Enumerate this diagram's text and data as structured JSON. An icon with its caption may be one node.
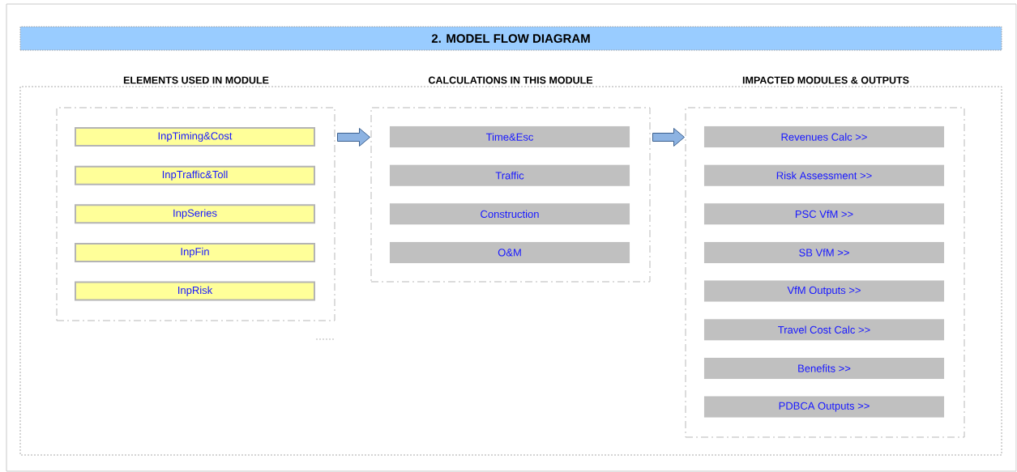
{
  "diagram": {
    "nodes": [
      {
        "text": [
          "2. MODEL FLOW DIAGRAM"
        ]
      },
      {
        "text": [
          "ELEMENTS USED IN MODULE"
        ]
      },
      {
        "text": [
          "InpTiming&Cost"
        ],
        "in": 1
      },
      {
        "text": [
          "InpTraffic&Toll"
        ],
        "in": 1
      },
      {
        "text": [
          "InpSeries"
        ],
        "in": 1
      },
      {
        "text": [
          "InpFin"
        ],
        "in": 1
      },
      {
        "text": [
          "InpRisk"
        ],
        "in": 1
      },
      {
        "text": [
          "CALCULATIONS IN THIS MODULE"
        ]
      },
      {
        "text": [
          "Time&Esc"
        ],
        "in": 7
      },
      {
        "text": [
          "Traffic"
        ],
        "in": 7
      },
      {
        "text": [
          "Construction"
        ],
        "in": 7
      },
      {
        "text": [
          "O&M"
        ],
        "in": 7
      },
      {
        "text": [
          "IMPACTED MODULES & OUTPUTS"
        ]
      },
      {
        "text": [
          "Revenues Calc >>"
        ],
        "in": 12
      },
      {
        "text": [
          "Risk Assessment >>"
        ],
        "in": 12
      },
      {
        "text": [
          "PSC VfM >>"
        ],
        "in": 12
      },
      {
        "text": [
          "SB VfM >>"
        ],
        "in": 12
      },
      {
        "text": [
          "VfM Outputs >>"
        ],
        "in": 12
      },
      {
        "text": [
          "Travel Cost Calc >>"
        ],
        "in": 12
      },
      {
        "text": [
          "Benefits >>"
        ],
        "in": 12
      },
      {
        "text": [
          "PDBCA Outputs >>"
        ],
        "in": 12
      }
    ],
    "edges": [
      {
        "from": 1,
        "to": 7,
        "arrow": "to"
      },
      {
        "from": 7,
        "to": 12,
        "arrow": "to"
      }
    ]
  }
}
